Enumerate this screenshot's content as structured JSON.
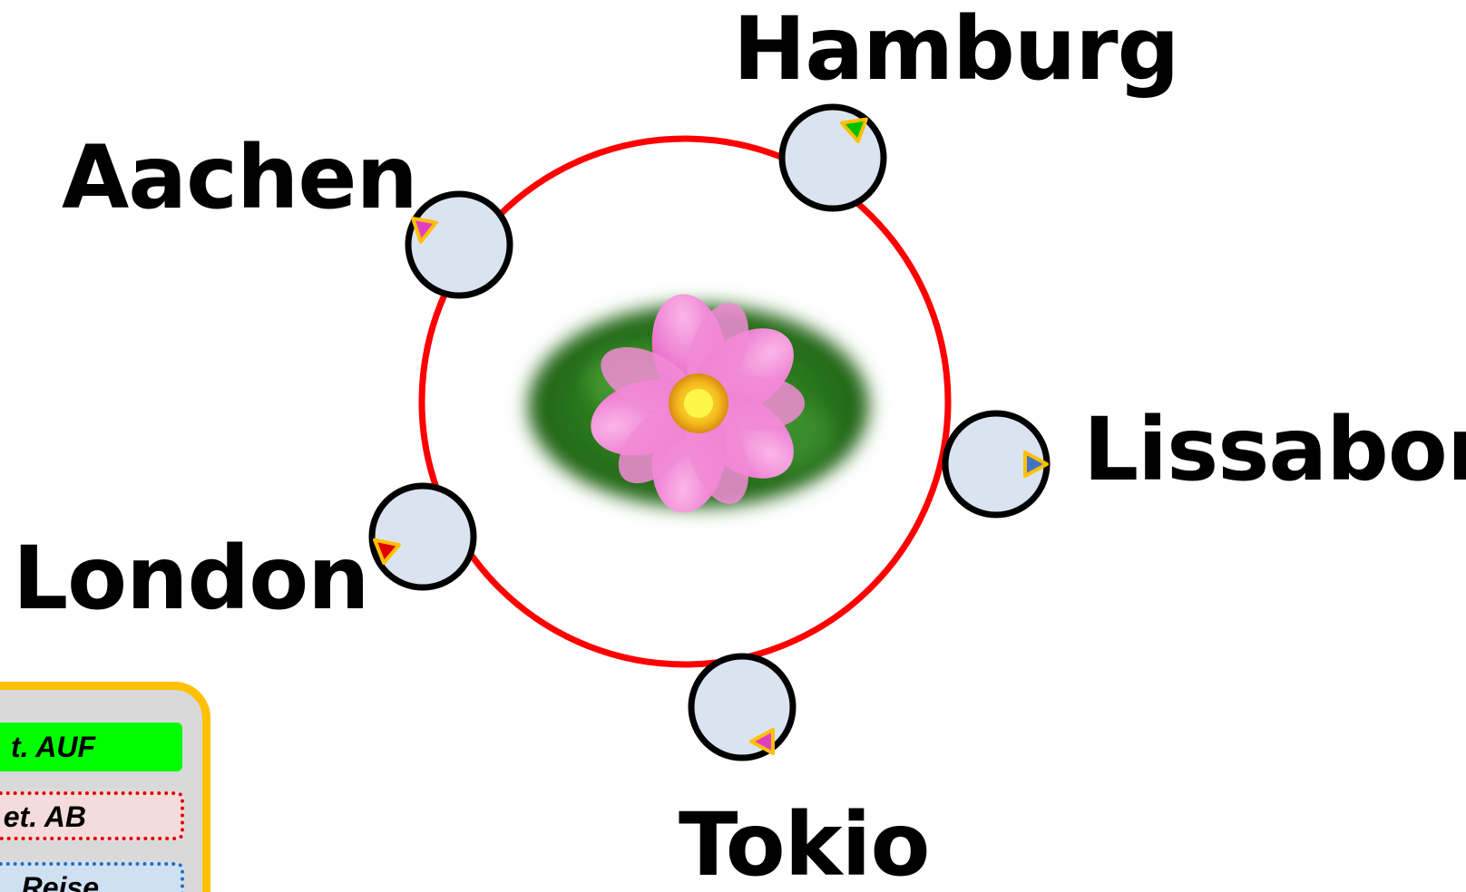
{
  "cities": [
    {
      "name": "Hamburg",
      "arrow_color": "#00c000",
      "label_side": "top"
    },
    {
      "name": "Aachen",
      "arrow_color": "#e040c0",
      "label_side": "left"
    },
    {
      "name": "Lissabon",
      "arrow_color": "#4472c4",
      "label_side": "right"
    },
    {
      "name": "London",
      "arrow_color": "#e00000",
      "label_side": "left"
    },
    {
      "name": "Tokio",
      "arrow_color": "#e040c0",
      "label_side": "bottom"
    }
  ],
  "colors": {
    "ring": "#ff0000",
    "cabin_fill": "#dae3f0",
    "cabin_stroke": "#000000",
    "arrow_outline": "#ffc000",
    "panel_border": "#ffc000",
    "panel_bg": "#d9d9d9"
  },
  "center_image": "pink-flower-photo",
  "panel": {
    "up_label": "t. AUF",
    "down_label": "et. AB",
    "trip_label": "Reise"
  }
}
